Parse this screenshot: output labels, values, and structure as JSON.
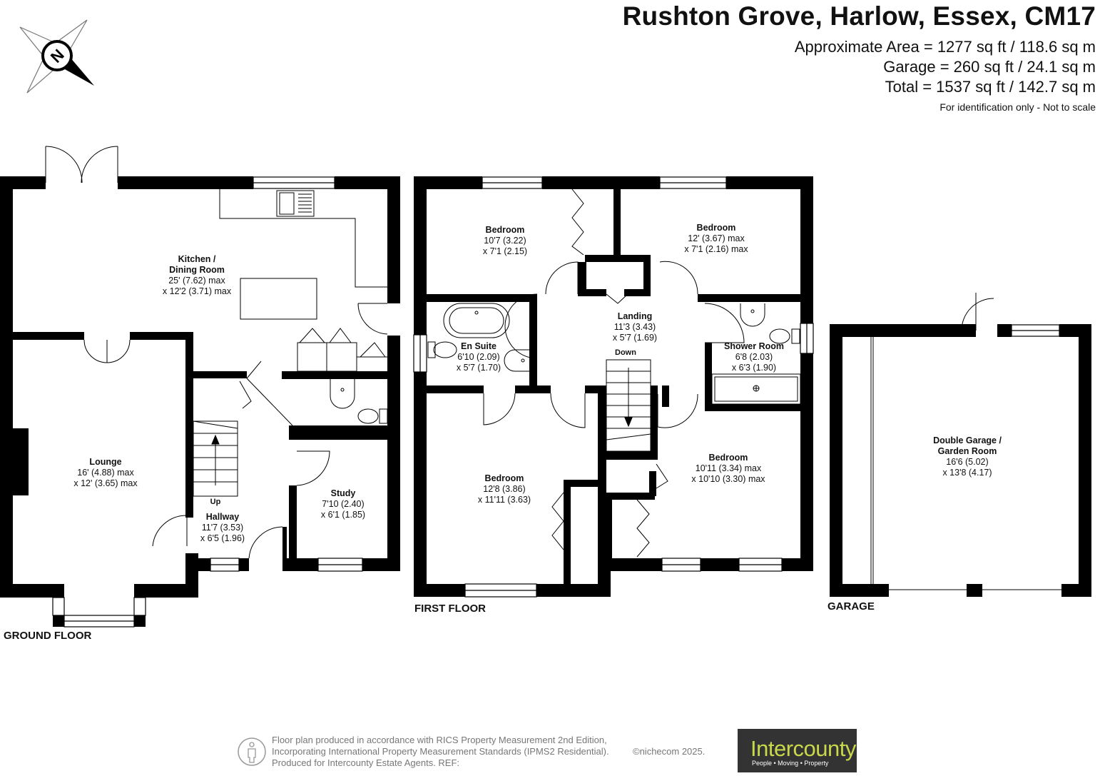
{
  "header": {
    "title": "Rushton Grove, Harlow, Essex, CM17",
    "area_lines": [
      "Approximate Area = 1277 sq ft / 118.6 sq m",
      "Garage = 260 sq ft / 24.1 sq m",
      "Total = 1537 sq ft / 142.7 sq m"
    ],
    "note": "For identification only - Not to scale"
  },
  "compass": {
    "label": "N"
  },
  "floors": {
    "ground": "GROUND FLOOR",
    "first": "FIRST FLOOR",
    "garage": "GARAGE"
  },
  "rooms": {
    "kitchen": {
      "name_1": "Kitchen /",
      "name_2": "Dining Room",
      "dim_1": "25' (7.62) max",
      "dim_2": "x 12'2 (3.71) max"
    },
    "lounge": {
      "name": "Lounge",
      "dim_1": "16' (4.88) max",
      "dim_2": "x 12' (3.65) max"
    },
    "hallway": {
      "name": "Hallway",
      "dim_1": "11'7 (3.53)",
      "dim_2": "x 6'5 (1.96)"
    },
    "study": {
      "name": "Study",
      "dim_1": "7'10 (2.40)",
      "dim_2": "x 6'1 (1.85)"
    },
    "bedroom_a": {
      "name": "Bedroom",
      "dim_1": "10'7 (3.22)",
      "dim_2": "x 7'1 (2.15)"
    },
    "bedroom_b": {
      "name": "Bedroom",
      "dim_1": "12' (3.67) max",
      "dim_2": "x 7'1 (2.16) max"
    },
    "ensuite": {
      "name": "En Suite",
      "dim_1": "6'10 (2.09)",
      "dim_2": "x 5'7 (1.70)"
    },
    "landing": {
      "name": "Landing",
      "dim_1": "11'3 (3.43)",
      "dim_2": "x 5'7 (1.69)"
    },
    "shower": {
      "name": "Shower Room",
      "dim_1": "6'8 (2.03)",
      "dim_2": "x 6'3 (1.90)"
    },
    "bedroom_c": {
      "name": "Bedroom",
      "dim_1": "12'8 (3.86)",
      "dim_2": "x 11'11 (3.63)"
    },
    "bedroom_d": {
      "name": "Bedroom",
      "dim_1": "10'11 (3.34) max",
      "dim_2": "x 10'10 (3.30) max"
    },
    "garage": {
      "name_1": "Double Garage /",
      "name_2": "Garden Room",
      "dim_1": "16'6 (5.02)",
      "dim_2": "x 13'8 (4.17)"
    }
  },
  "stairs": {
    "up": "Up",
    "down": "Down"
  },
  "footer": {
    "lines": [
      "Floor plan produced in accordance with RICS Property Measurement 2nd Edition,",
      "Incorporating International Property Measurement Standards (IPMS2 Residential).",
      "Produced for Intercounty Estate Agents.   REF:"
    ],
    "copyright": "©nichecom 2025."
  },
  "logo": {
    "name": "Intercounty",
    "tagline": "People  •  Moving  •  Property"
  },
  "colors": {
    "wall": "#000000",
    "logo_bg": "#333333",
    "logo_text": "#c8d84a"
  }
}
